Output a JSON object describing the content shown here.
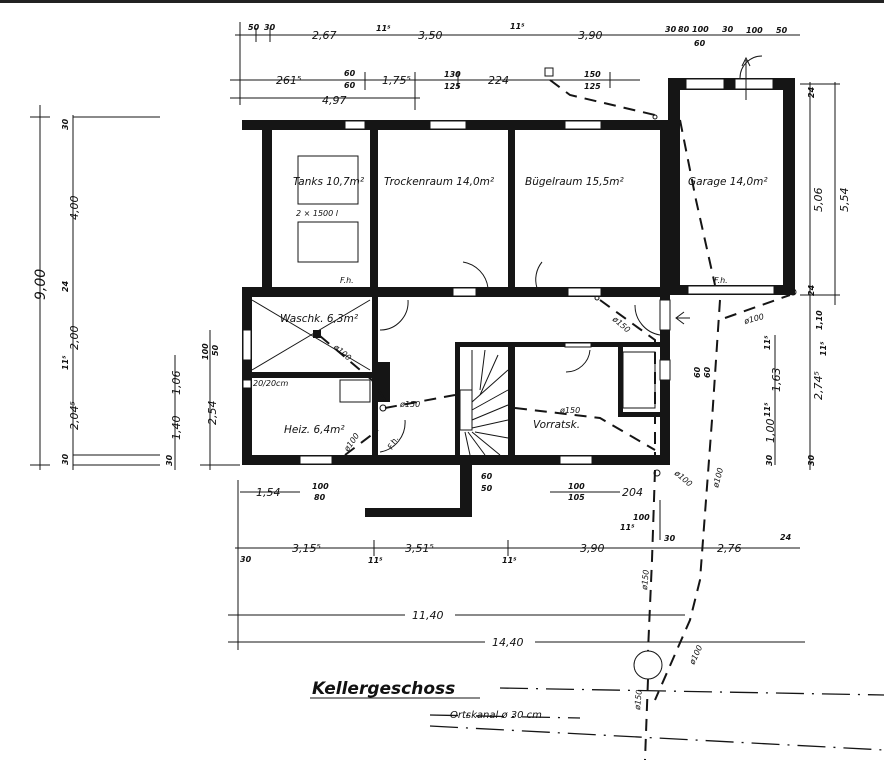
{
  "title": "Kellergeschoss",
  "sewer_label": "Ortskanal ø 30 cm",
  "rooms": {
    "tanks": "Tanks 10,7m²",
    "tanks_note": "2 × 1500 l",
    "trockenraum": "Trockenraum 14,0m²",
    "buegelraum": "Bügelraum 15,5m²",
    "garage": "Garage 14,0m²",
    "waschkueche": "Waschk. 6,3m²",
    "heizung": "Heiz. 6,4m²",
    "vorratskeller": "Vorratsk.",
    "chimney": "20/20cm",
    "fh": "F.h."
  },
  "pipes": [
    "ø100",
    "ø150",
    "ø100",
    "ø150",
    "ø150",
    "ø100",
    "ø100",
    "ø100",
    "ø150",
    "ø100",
    "ø150"
  ],
  "dims_top": [
    "50",
    "30",
    "2,67",
    "11⁵",
    "3,50",
    "11⁵",
    "3,90",
    "30",
    "80",
    "100",
    "60",
    "30",
    "100",
    "50"
  ],
  "dims_top2": [
    "261⁵",
    "60",
    "60",
    "1,75⁵",
    "130",
    "125",
    "224",
    "150",
    "125",
    "4,97"
  ],
  "dims_left": [
    "9,00",
    "30",
    "4,00",
    "24",
    "2,00",
    "11⁵",
    "2,04⁵",
    "30",
    "1,40",
    "1,06",
    "30",
    "100",
    "50",
    "2,54"
  ],
  "dims_right": [
    "24",
    "5,06",
    "5,54",
    "24",
    "1,10",
    "11⁵",
    "2,74⁵",
    "30",
    "11⁵",
    "1,63",
    "11⁵",
    "1,00",
    "30",
    "60",
    "60"
  ],
  "dims_bottom": [
    "1,54",
    "100",
    "80",
    "60",
    "50",
    "100",
    "105",
    "204",
    "11⁵",
    "100",
    "30",
    "3,15⁵",
    "11⁵",
    "3,51⁵",
    "11⁵",
    "3,90",
    "30",
    "2,76",
    "24",
    "11,40",
    "14,40"
  ]
}
